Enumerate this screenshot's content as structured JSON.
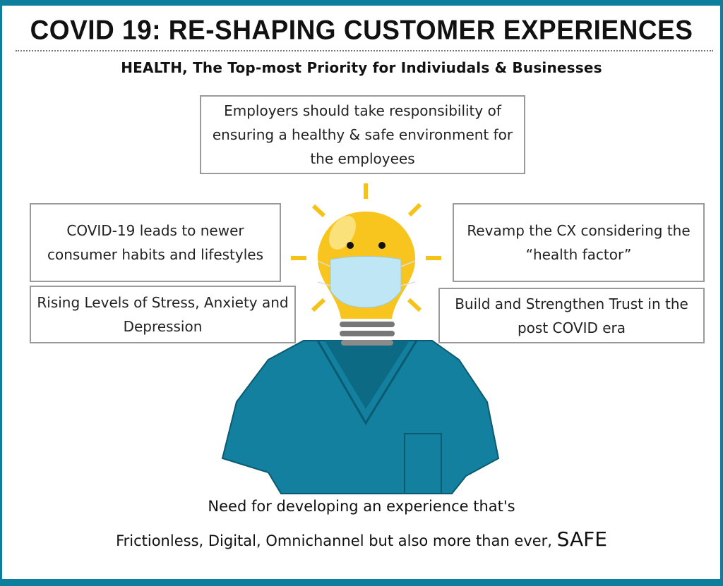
{
  "title": "COVID 19: RE-SHAPING CUSTOMER EXPERIENCES",
  "subtitle": "HEALTH, The Top-most Priority for Indiviudals & Businesses",
  "boxes": {
    "top": "Employers should take responsibility of ensuring a healthy & safe environment for the employees",
    "left_top": "COVID-19 leads to newer consumer habits and lifestyles",
    "left_bottom": "Rising Levels of Stress, Anxiety and Depression",
    "right_top": "Revamp the CX considering the “health factor”",
    "right_bottom": "Build and Strengthen Trust in the post COVID era"
  },
  "footer": {
    "line1": "Need for developing an experience that's",
    "line2": "Frictionless, Digital, Omnichannel but also more than ever,",
    "emphasis": "SAFE"
  },
  "colors": {
    "frame": "#0d7f9c",
    "bulb": "#f7c51e",
    "mask": "#bfe6f4",
    "scrubs": "#13809f"
  }
}
